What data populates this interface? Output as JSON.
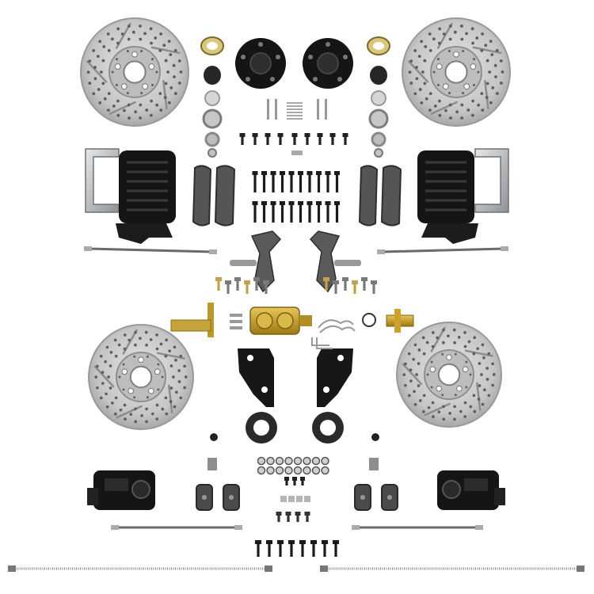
{
  "image": {
    "subject": "brake-conversion-kit-product-photo",
    "background": "#ffffff"
  },
  "colors": {
    "rotor_face": "#c9c9c9",
    "rotor_ring": "#9a9a9a",
    "hole": "#5e5e5e",
    "black_part": "#151515",
    "steel": "#b8bcc0",
    "zinc": "#d9d4b8",
    "brass": "#c9a227",
    "rubber": "#2a2a2a"
  },
  "parts": {
    "front_rotor_count": 2,
    "rear_rotor_count": 2,
    "front_caliper_count": 2,
    "rear_caliper_count": 2,
    "spindle_count": 2,
    "hub_count": 2,
    "brake_hose_count": 4,
    "parking_cable_count": 2
  }
}
